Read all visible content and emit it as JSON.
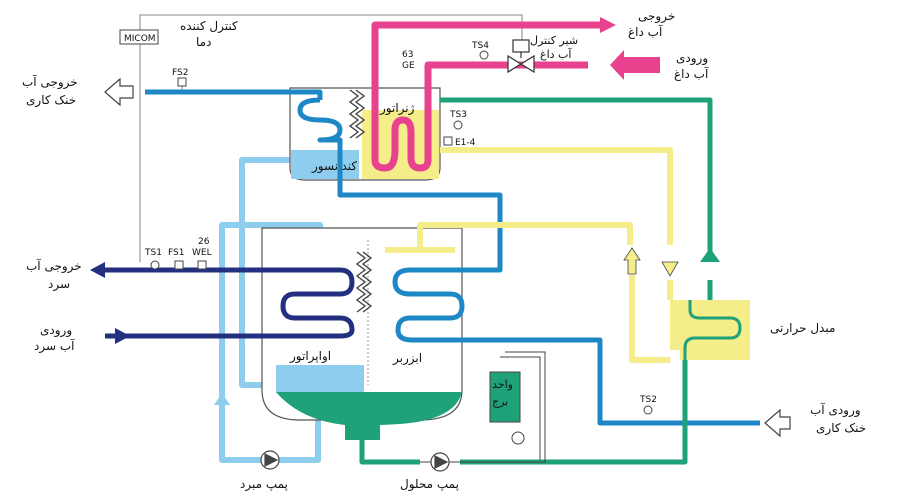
{
  "colors": {
    "hot_water": "#e8418e",
    "cooling_water": "#1e88c7",
    "chilled_water": "#23307f",
    "light_blue": "#8fcdef",
    "yellow": "#f5ec8a",
    "green": "#1fa17a",
    "control_line": "#9aa3a0",
    "vessel_outline": "#555555"
  },
  "labels": {
    "hot_water_out": [
      "خروجی",
      "آب داغ"
    ],
    "hot_water_in": [
      "ورودی",
      "آب داغ"
    ],
    "cooling_water_out": [
      "خروجی آب",
      "خنک کاری"
    ],
    "cooling_water_in": [
      "ورودی آب",
      "خنک کاری"
    ],
    "chilled_water_out": [
      "خروجی آب",
      "سرد"
    ],
    "chilled_water_in": [
      "ورودی",
      "آب سرد"
    ],
    "temp_controller": [
      "کنترل کننده",
      "دما"
    ],
    "micom": "MICOM",
    "hot_valve": [
      "شیر کنترل",
      "آب داغ"
    ],
    "generator": "ژنراتور",
    "condenser": "کندانسور",
    "evaporator": "اواپراتور",
    "absorber": "ابزربر",
    "heat_exchanger": "مبدل حرارتی",
    "purge_unit": [
      "واحد",
      "برج"
    ],
    "refrigerant_pump": "پمپ مبرد",
    "solution_pump": "پمپ محلول"
  },
  "sensors": {
    "fs2": "FS2",
    "ts4": "TS4",
    "sixty_three_ge": [
      "63",
      "GE"
    ],
    "ts3": "TS3",
    "e1_4": "E1-4",
    "ts1": "TS1",
    "fs1": "FS1",
    "twenty_six_wel": [
      "26",
      "WEL"
    ],
    "ts2": "TS2"
  }
}
